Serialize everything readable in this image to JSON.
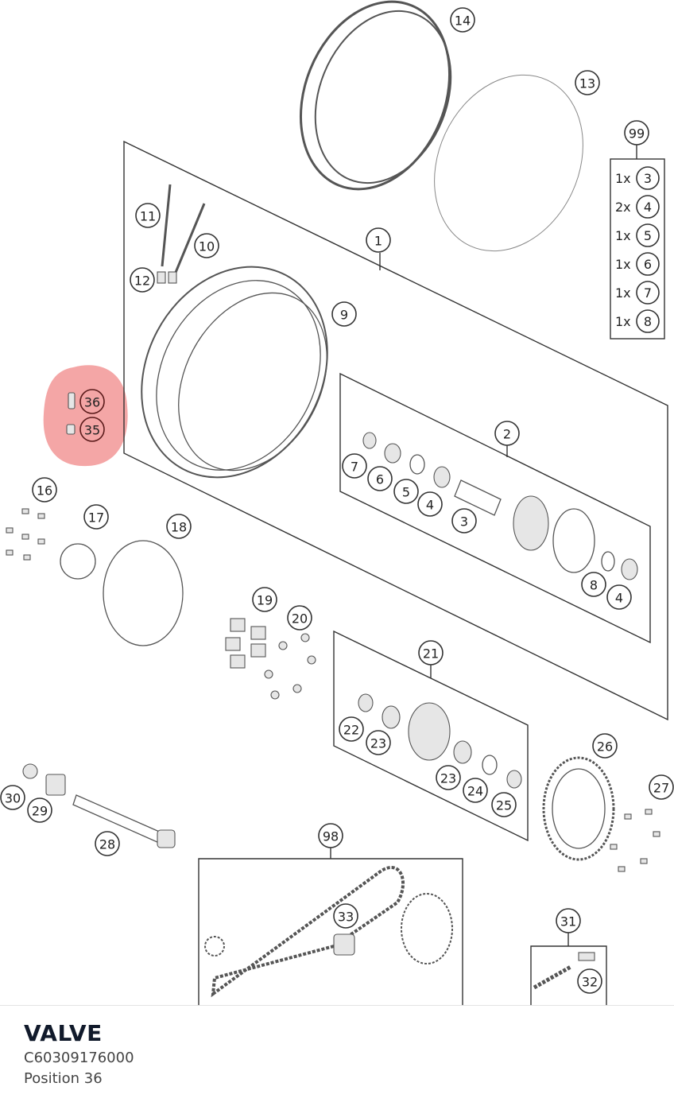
{
  "diagram": {
    "highlight_color": "#f08080",
    "callouts": [
      "14",
      "13",
      "99",
      "11",
      "10",
      "12",
      "1",
      "9",
      "36",
      "35",
      "2",
      "7",
      "6",
      "5",
      "4",
      "3",
      "8",
      "4",
      "16",
      "17",
      "18",
      "19",
      "20",
      "21",
      "22",
      "23",
      "23",
      "24",
      "25",
      "26",
      "27",
      "30",
      "29",
      "28",
      "98",
      "33",
      "31",
      "32"
    ],
    "kit_list": [
      {
        "qty": "1x",
        "part": "3"
      },
      {
        "qty": "2x",
        "part": "4"
      },
      {
        "qty": "1x",
        "part": "5"
      },
      {
        "qty": "1x",
        "part": "6"
      },
      {
        "qty": "1x",
        "part": "7"
      },
      {
        "qty": "1x",
        "part": "8"
      }
    ]
  },
  "selected_part": {
    "name": "VALVE",
    "number": "C60309176000",
    "position": "Position 36"
  }
}
